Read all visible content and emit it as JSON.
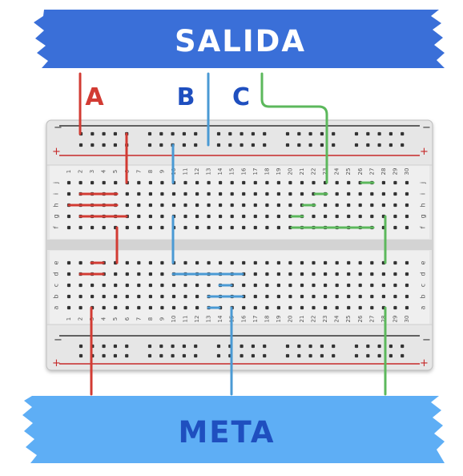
{
  "top_banner": {
    "text": "SALIDA",
    "color": "#3A6FD8"
  },
  "bottom_banner": {
    "text": "META",
    "color": "#5EAEF5"
  },
  "text_color": "#1F4FBF",
  "path_labels": [
    {
      "id": "a",
      "text": "A",
      "color": "#D23B33"
    },
    {
      "id": "b",
      "text": "B",
      "color": "#1F4FBF"
    },
    {
      "id": "c",
      "text": "C",
      "color": "#1F4FBF"
    }
  ],
  "rail_signs": {
    "minus": "−",
    "plus": "+"
  },
  "row_letters_top": [
    "j",
    "i",
    "h",
    "g",
    "f"
  ],
  "row_letters_bottom": [
    "e",
    "d",
    "c",
    "b",
    "a"
  ],
  "column_numbers": [
    "1",
    "2",
    "3",
    "4",
    "5",
    "6",
    "7",
    "8",
    "9",
    "10",
    "11",
    "12",
    "13",
    "14",
    "15",
    "16",
    "17",
    "18",
    "19",
    "20",
    "21",
    "22",
    "23",
    "24",
    "25",
    "26",
    "27",
    "28",
    "29",
    "30"
  ],
  "wire_colors": {
    "red": "#D23B33",
    "blue": "#4A9AD4",
    "green": "#5CB85C"
  }
}
